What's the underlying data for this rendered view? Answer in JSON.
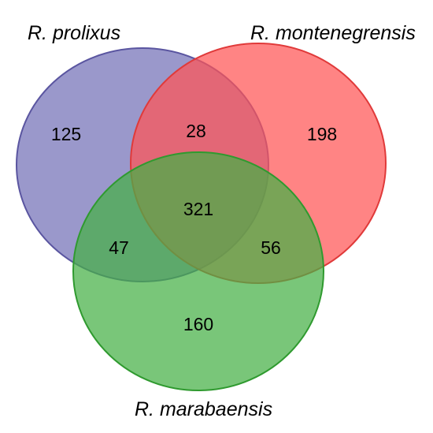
{
  "venn": {
    "sets": [
      {
        "name": "R. prolixus",
        "fill": "#7e7bbd",
        "stroke": "#5a55a0"
      },
      {
        "name": "R. montenegrensis",
        "fill": "#ff5555",
        "stroke": "#e03a3a"
      },
      {
        "name": "R. marabaensis",
        "fill": "#45b045",
        "stroke": "#2f9a2f"
      }
    ],
    "regions": {
      "prolixus_only": "125",
      "prolixus_montenegrensis": "28",
      "montenegrensis_only": "198",
      "all_three": "321",
      "prolixus_marabaensis": "47",
      "montenegrensis_marabaensis": "56",
      "marabaensis_only": "160"
    }
  }
}
